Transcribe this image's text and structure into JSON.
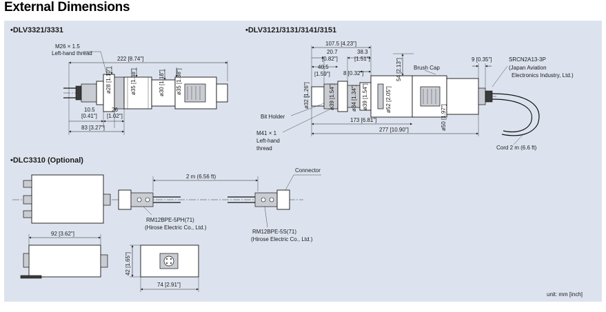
{
  "title": "External Dimensions",
  "sections": {
    "dlv3321": "•DLV3321/3331",
    "dlv3121": "•DLV3121/3131/3141/3151",
    "dlc3310": "•DLC3310 (Optional)"
  },
  "dlv3321": {
    "thread_1": "M26 × 1.5",
    "thread_2": "Left-hand thread",
    "len_total": "222 [8.74\"]",
    "dia_28": "ø28 [1.10\"]",
    "dia_35a": "ø35 [1.38\"]",
    "dia_30": "ø30 [1.18\"]",
    "dia_35b": "ø35 [1.38\"]",
    "len_105_mm": "10.5",
    "len_105_in": "[0.41\"]",
    "len_26_mm": "26",
    "len_26_in": "[1.02\"]",
    "len_83": "83 [3.27\"]"
  },
  "dlv3121": {
    "len_1075": "107.5 [4.23\"]",
    "len_207_mm": "20.7",
    "len_207_in": "[0.82\"]",
    "len_383_mm": "38.3",
    "len_383_in": "[1.51\"]",
    "len_405_mm": "40.5",
    "len_405_in": "[1.59\"]",
    "len_8": "8 [0.32\"]",
    "dim_54": "54 [2.13\"]",
    "brush_cap": "Brush Cap",
    "connector_1": "SRCN2A13-3P",
    "connector_2": "(Japan Aviation",
    "connector_3": "Electronics Industry, Ltd.)",
    "len_9": "9 [0.35\"]",
    "dia_32": "ø32 [1.26\"]",
    "dia_39a": "ø39 [1.54\"]",
    "dia_34": "ø34 [1.34\"]",
    "dia_39b": "ø39 [1.54\"]",
    "dia_52": "ø52 [2.05\"]",
    "dia_50": "ø50 [1.97\"]",
    "bit_holder": "Bit Holder",
    "thread_1": "M41 × 1",
    "thread_2": "Left-hand",
    "thread_3": "thread",
    "len_173": "173 [6.81\"]",
    "len_277": "277 [10.90\"]",
    "cord": "Cord 2 m (6.6 ft)"
  },
  "dlc3310": {
    "connector": "Connector",
    "cable_len": "2 m (6.56 ft)",
    "plug_1": "RM12BPE-5PH(71)",
    "plug_2": "(Hirose Electric Co., Ltd.)",
    "socket_1": "RM12BPE-5S(71)",
    "socket_2": "(Hirose Electric Co., Ltd.)",
    "width_92": "92 [3.62\"]",
    "height_42": "42 [1.65\"]",
    "width_74": "74 [2.91\"]"
  },
  "unit": "unit: mm [inch]"
}
